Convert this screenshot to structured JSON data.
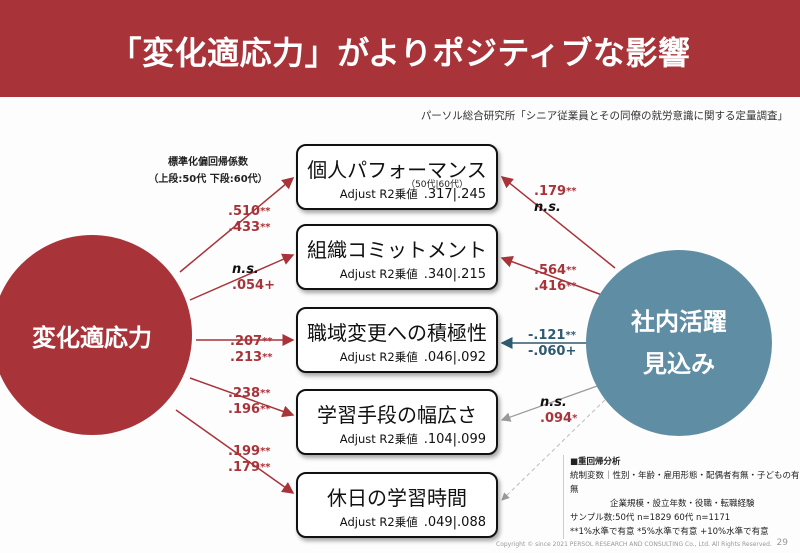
{
  "title": "「変化適応力」がよりポジティブな影響",
  "source": "パーソル総合研究所「シニア従業員とその同僚の就労意識に関する定量調査」",
  "legend": {
    "line1": "標準化偏回帰係数",
    "line2": "（上段:50代 下段:60代）"
  },
  "left_node": "変化適応力",
  "right_node": {
    "line1": "社内活躍",
    "line2": "見込み"
  },
  "boxes": [
    {
      "title": "個人パフォーマンス",
      "sub": "（50代|60代）",
      "adj_label": "Adjust R2乗値",
      "adj_value": ".317|.245"
    },
    {
      "title": "組織コミットメント",
      "sub": "",
      "adj_label": "Adjust R2乗値",
      "adj_value": ".340|.215"
    },
    {
      "title": "職域変更への積極性",
      "sub": "",
      "adj_label": "Adjust R2乗値",
      "adj_value": ".046|.092"
    },
    {
      "title": "学習手段の幅広さ",
      "sub": "",
      "adj_label": "Adjust R2乗値",
      "adj_value": ".104|.099"
    },
    {
      "title": "休日の学習時間",
      "sub": "",
      "adj_label": "Adjust R2乗値",
      "adj_value": ".049|.088"
    }
  ],
  "left_coefs": [
    {
      "top": ".510",
      "top_stars": "**",
      "bottom": ".433",
      "bottom_stars": "**"
    },
    {
      "top": "n.s.",
      "top_stars": "",
      "bottom": ".054",
      "bottom_stars": "+"
    },
    {
      "top": ".207",
      "top_stars": "**",
      "bottom": ".213",
      "bottom_stars": "**"
    },
    {
      "top": ".238",
      "top_stars": "**",
      "bottom": ".196",
      "bottom_stars": "**"
    },
    {
      "top": ".199",
      "top_stars": "**",
      "bottom": ".179",
      "bottom_stars": "**"
    }
  ],
  "right_coefs": [
    {
      "top": ".179",
      "top_stars": "**",
      "bottom": "n.s.",
      "bottom_stars": ""
    },
    {
      "top": ".564",
      "top_stars": "**",
      "bottom": ".416",
      "bottom_stars": "**"
    },
    {
      "top": "-.121",
      "top_stars": "**",
      "bottom": "-.060",
      "bottom_stars": "+"
    },
    {
      "top": "n.s.",
      "top_stars": "",
      "bottom": ".094",
      "bottom_stars": "*"
    }
  ],
  "notes": {
    "head": "■重回帰分析",
    "line1": "統制変数｜性別・年齢・雇用形態・配偶者有無・子どもの有",
    "line2": "無",
    "line3": "企業規模・設立年数・役職・転職経験",
    "line4": "サンプル数:50代 n=1829 60代 n=1171",
    "line5": "**1%水準で有意 *5%水準で有意 +10%水準で有意"
  },
  "footer": "Copyright © since 2021 PERSOL RESEARCH AND CONSULTING Co., Ltd. All Rights Reserved.",
  "page_number": "29",
  "colors": {
    "red": "#a8343a",
    "blue": "#5f8ea4",
    "dark_blue": "#2e5a70"
  }
}
